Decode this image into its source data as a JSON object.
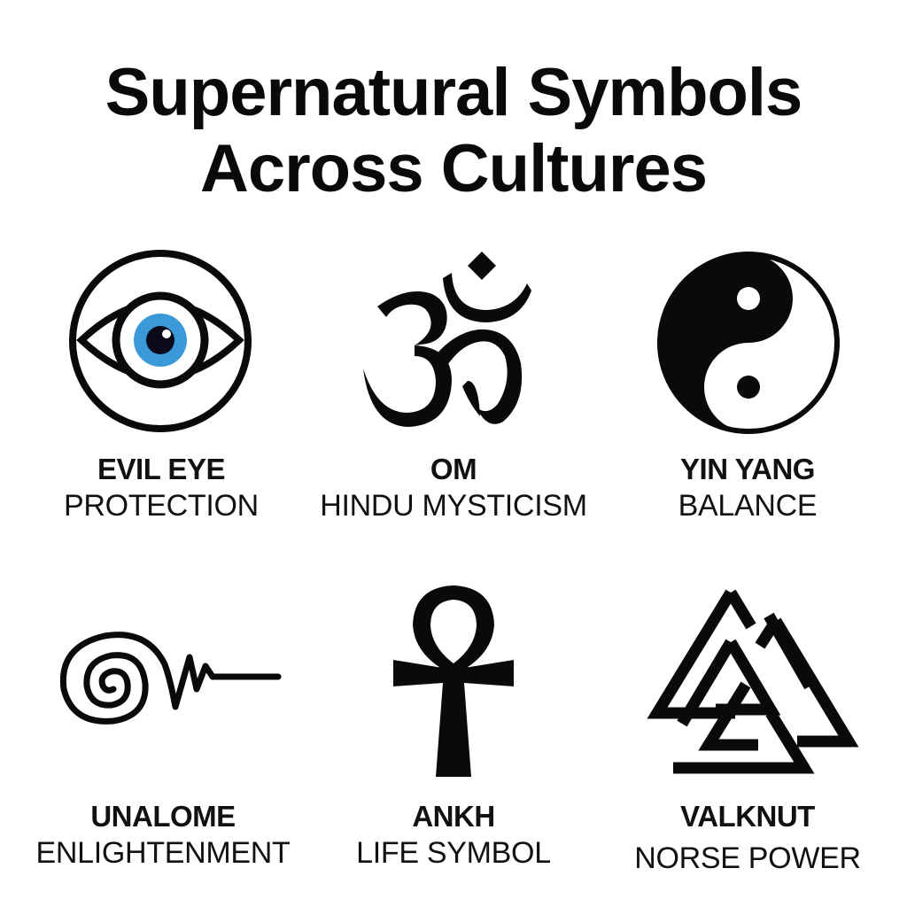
{
  "title": {
    "line1": "Supernatural Symbols",
    "line2": "Across Cultures"
  },
  "symbols": [
    {
      "name": "EVIL EYE",
      "meaning": "PROTECTION",
      "icon": "evil-eye-icon"
    },
    {
      "name": "OM",
      "meaning": "HINDU MYSTICISM",
      "icon": "om-icon"
    },
    {
      "name": "YIN YANG",
      "meaning": "BALANCE",
      "icon": "yin-yang-icon"
    },
    {
      "name": "UNALOME",
      "meaning": "ENLIGHTENMENT",
      "icon": "unalome-icon"
    },
    {
      "name": "ANKH",
      "meaning": "LIFE SYMBOL",
      "icon": "ankh-icon"
    },
    {
      "name": "VALKNUT",
      "meaning": "NORSE POWER",
      "icon": "valknut-icon"
    }
  ],
  "colors": {
    "ink": "#0a0a0a",
    "background": "#ffffff",
    "iris": "#3a9ad9"
  }
}
